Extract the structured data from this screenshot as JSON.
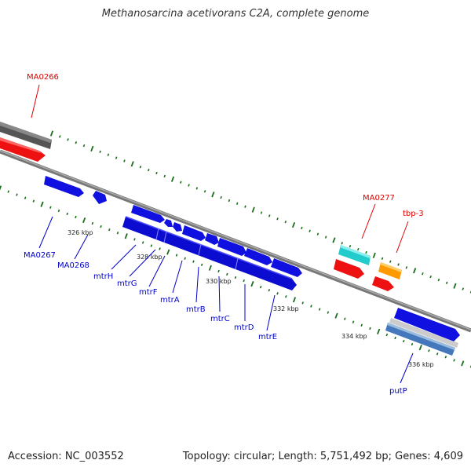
{
  "title": "Methanosarcina acetivorans C2A, complete genome",
  "footer": {
    "accession": "Accession: NC_003552",
    "summary": "Topology: circular; Length: 5,751,492 bp; Genes: 4,609"
  },
  "scale_labels": [
    "326 kbp",
    "328 kbp",
    "330 kbp",
    "332 kbp",
    "334 kbp",
    "336 kbp"
  ],
  "red_labels": [
    "MA0266",
    "MA0277",
    "tbp-3"
  ],
  "blue_labels": [
    "MA0267",
    "MA0268",
    "mtrH",
    "mtrG",
    "mtrF",
    "mtrA",
    "mtrB",
    "mtrC",
    "mtrD",
    "mtrE",
    "putP"
  ],
  "colors": {
    "blue_gene": "#1010e0",
    "red_gene": "#ee1111",
    "cyan_gene": "#22cccc",
    "orange_gene": "#ff9900",
    "tick": "#1a6e1a",
    "backbone": "#777777",
    "label_red": "#dd0000",
    "label_blue": "#0000cc"
  }
}
